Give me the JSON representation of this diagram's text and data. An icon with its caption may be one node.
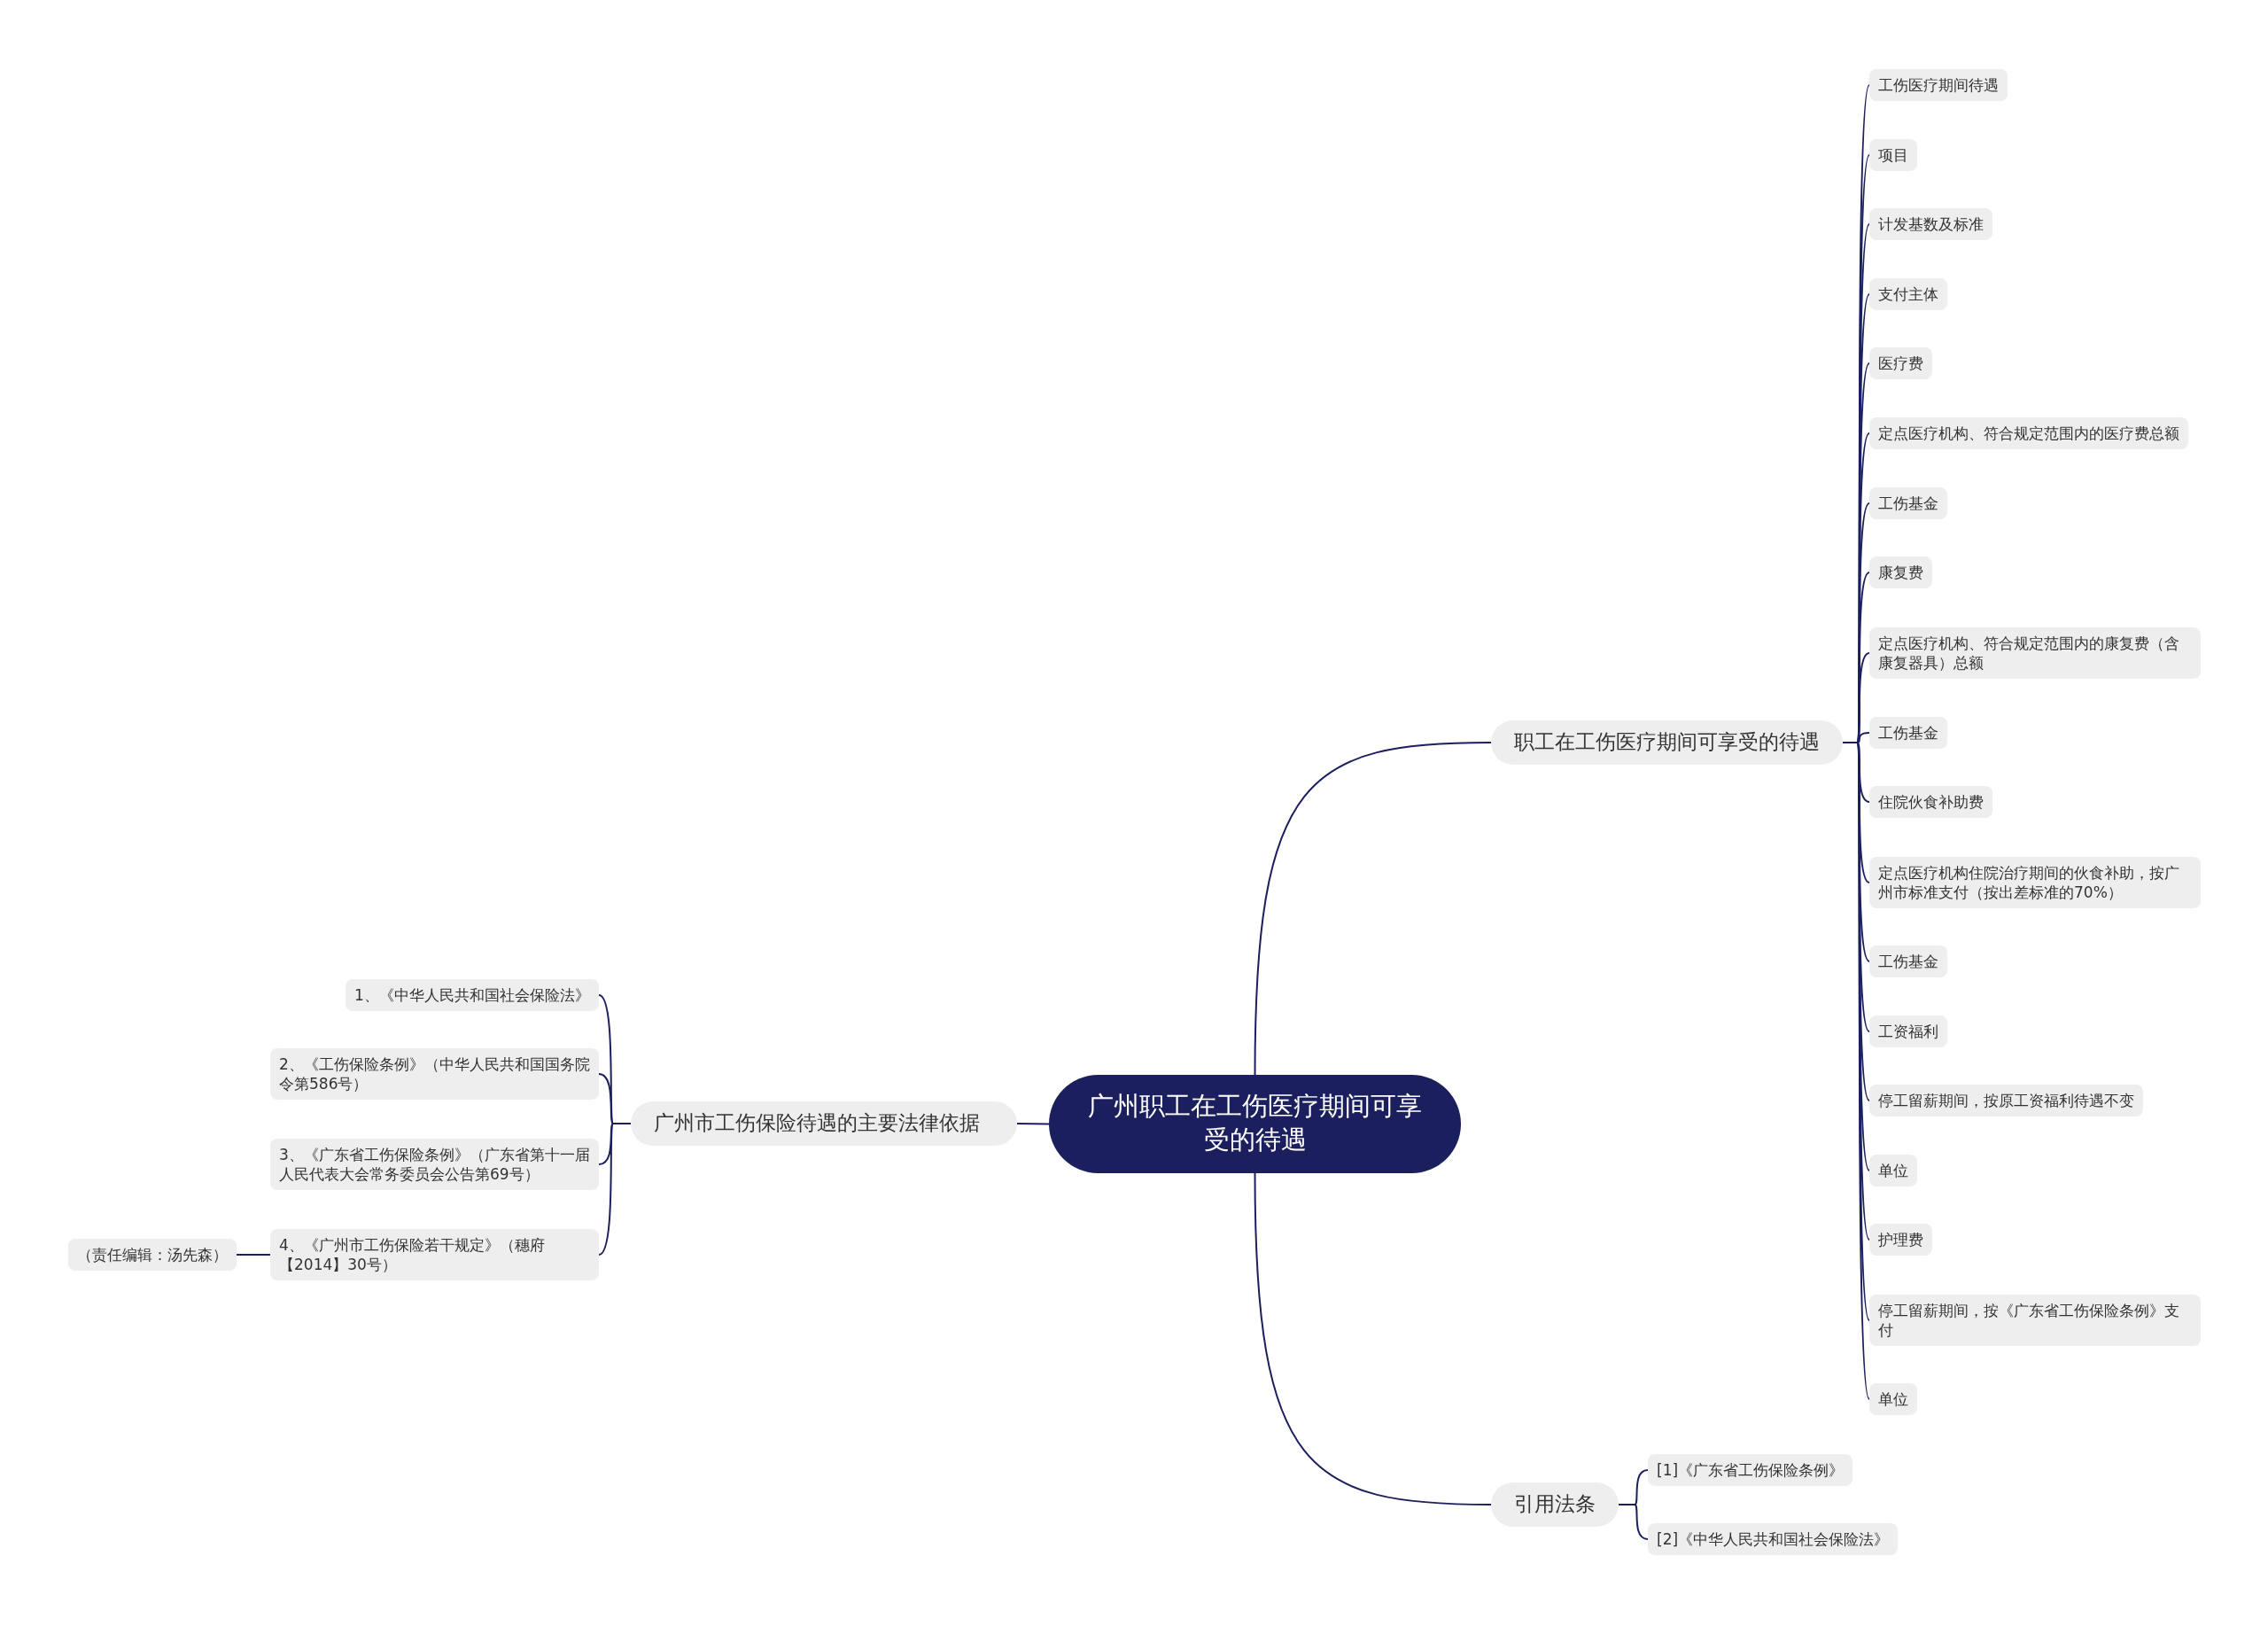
{
  "diagram": {
    "nodes": [
      {
        "text": [
          "广州职工在工伤医疗期间可享受的待遇"
        ]
      },
      {
        "text": [
          "职工在工伤医疗期间可享受的待遇"
        ]
      },
      {
        "text": [
          "工伤医疗期间待遇"
        ]
      },
      {
        "text": [
          "项目"
        ]
      },
      {
        "text": [
          "计发基数及标准"
        ]
      },
      {
        "text": [
          "支付主体"
        ]
      },
      {
        "text": [
          "医疗费"
        ]
      },
      {
        "text": [
          "定点医疗机构、符合规定范围内的医疗费总额"
        ]
      },
      {
        "text": [
          "工伤基金"
        ]
      },
      {
        "text": [
          "康复费"
        ]
      },
      {
        "text": [
          "定点医疗机构、符合规定范围内的康复费（含康复器具）总额"
        ]
      },
      {
        "text": [
          "工伤基金"
        ]
      },
      {
        "text": [
          "住院伙食补助费"
        ]
      },
      {
        "text": [
          "定点医疗机构住院治疗期间的伙食补助，按广州市标准支付（按出差标准的70%）"
        ]
      },
      {
        "text": [
          "工伤基金"
        ]
      },
      {
        "text": [
          "工资福利"
        ]
      },
      {
        "text": [
          "停工留薪期间，按原工资福利待遇不变"
        ]
      },
      {
        "text": [
          "单位"
        ]
      },
      {
        "text": [
          "护理费"
        ]
      },
      {
        "text": [
          "停工留薪期间，按《广东省工伤保险条例》支付"
        ]
      },
      {
        "text": [
          "单位"
        ]
      },
      {
        "text": [
          "引用法条"
        ]
      },
      {
        "text": [
          "[1]《广东省工伤保险条例》"
        ]
      },
      {
        "text": [
          "[2]《中华人民共和国社会保险法》"
        ]
      },
      {
        "text": [
          "广州市工伤保险待遇的主要法律依据"
        ]
      },
      {
        "text": [
          "1、《中华人民共和国社会保险法》"
        ]
      },
      {
        "text": [
          "2、《工伤保险条例》（中华人民共和国国务院令第586号）"
        ]
      },
      {
        "text": [
          "3、《广东省工伤保险条例》（广东省第十一届人民代表大会常务委员会公告第69号）"
        ]
      },
      {
        "text": [
          "4、《广州市工伤保险若干规定》（穗府【2014】30号）"
        ]
      },
      {
        "text": [
          "（责任编辑：汤先森）"
        ]
      }
    ],
    "edges": [
      {
        "from": 0,
        "to": 1,
        "arrow": "none"
      },
      {
        "from": 1,
        "to": 2,
        "arrow": "none"
      },
      {
        "from": 1,
        "to": 3,
        "arrow": "none"
      },
      {
        "from": 1,
        "to": 4,
        "arrow": "none"
      },
      {
        "from": 1,
        "to": 5,
        "arrow": "none"
      },
      {
        "from": 1,
        "to": 6,
        "arrow": "none"
      },
      {
        "from": 1,
        "to": 7,
        "arrow": "none"
      },
      {
        "from": 1,
        "to": 8,
        "arrow": "none"
      },
      {
        "from": 1,
        "to": 9,
        "arrow": "none"
      },
      {
        "from": 1,
        "to": 10,
        "arrow": "none"
      },
      {
        "from": 1,
        "to": 11,
        "arrow": "none"
      },
      {
        "from": 1,
        "to": 12,
        "arrow": "none"
      },
      {
        "from": 1,
        "to": 13,
        "arrow": "none"
      },
      {
        "from": 1,
        "to": 14,
        "arrow": "none"
      },
      {
        "from": 1,
        "to": 15,
        "arrow": "none"
      },
      {
        "from": 1,
        "to": 16,
        "arrow": "none"
      },
      {
        "from": 1,
        "to": 17,
        "arrow": "none"
      },
      {
        "from": 1,
        "to": 18,
        "arrow": "none"
      },
      {
        "from": 1,
        "to": 19,
        "arrow": "none"
      },
      {
        "from": 1,
        "to": 20,
        "arrow": "none"
      },
      {
        "from": 0,
        "to": 21,
        "arrow": "none"
      },
      {
        "from": 21,
        "to": 22,
        "arrow": "none"
      },
      {
        "from": 21,
        "to": 23,
        "arrow": "none"
      },
      {
        "from": 0,
        "to": 24,
        "arrow": "none"
      },
      {
        "from": 24,
        "to": 25,
        "arrow": "none"
      },
      {
        "from": 24,
        "to": 26,
        "arrow": "none"
      },
      {
        "from": 24,
        "to": 27,
        "arrow": "none"
      },
      {
        "from": 24,
        "to": 28,
        "arrow": "none"
      },
      {
        "from": 28,
        "to": 29,
        "arrow": "none"
      }
    ]
  }
}
